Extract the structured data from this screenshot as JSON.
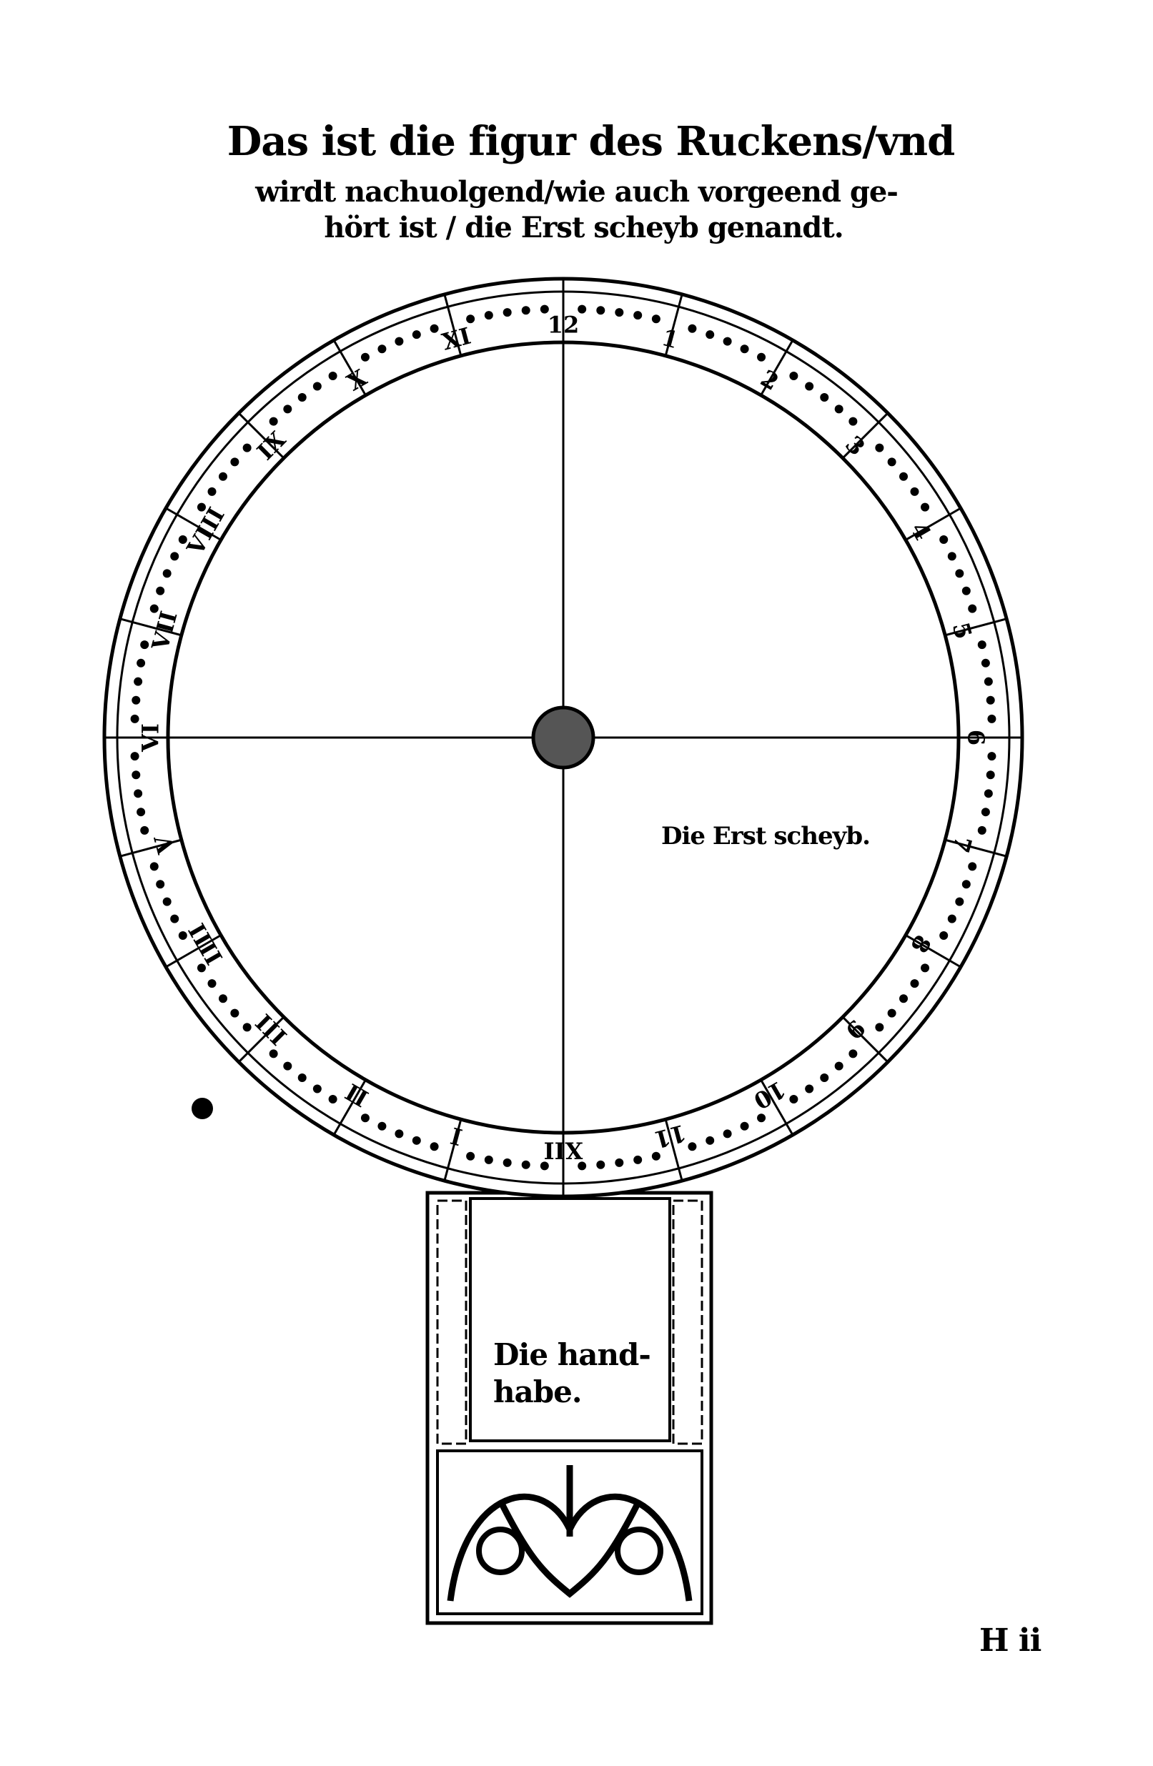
{
  "title": {
    "line1": "Das ist die figur des Ruckens/vnd",
    "line2": "wirdt nachuolgend/wie auch vorgeend ge-",
    "line3": "hört ist / die Erst scheyb genandt."
  },
  "dial": {
    "hour_labels": [
      "12",
      "1",
      "2",
      "3",
      "4",
      "5",
      "6",
      "7",
      "8",
      "9",
      "10",
      "11",
      "XII",
      "I",
      "II",
      "III",
      "IIII",
      "V",
      "VI",
      "VII",
      "VIII",
      "IX",
      "X",
      "XI"
    ]
  },
  "labels": {
    "disc": "Die Erst scheyb.",
    "handle_line1": "Die hand-",
    "handle_line2": "habe."
  },
  "signature": "H ii"
}
